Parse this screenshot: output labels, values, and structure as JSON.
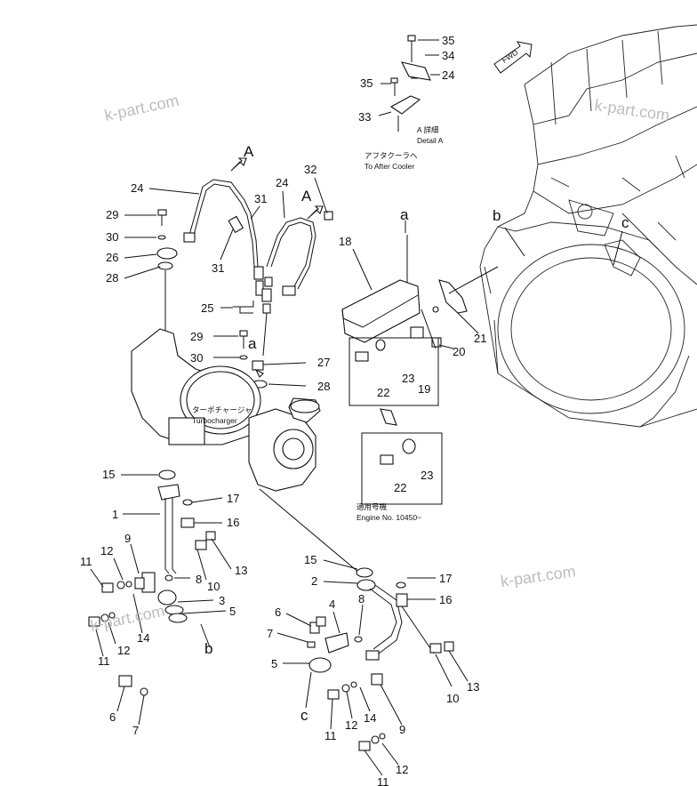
{
  "watermarks": [
    "k-part.com",
    "k-part.com",
    "k-part.com",
    "k-part.com"
  ],
  "letters": {
    "A": "A",
    "a": "a",
    "b": "b",
    "c": "c"
  },
  "fwd": "FWD",
  "detail": {
    "jp": "A 詳細",
    "en": "Detail A"
  },
  "aftercooler": {
    "jp": "アフタクーラへ",
    "en": "To After Cooler"
  },
  "turbo": {
    "jp": "ターボチャージャ",
    "en": "Turbocharger"
  },
  "serial": {
    "jp": "適用号機",
    "en": "Engine No. 10450~"
  },
  "parts": [
    "1",
    "2",
    "3",
    "4",
    "5",
    "6",
    "7",
    "8",
    "9",
    "10",
    "11",
    "12",
    "13",
    "14",
    "15",
    "16",
    "17",
    "18",
    "19",
    "20",
    "21",
    "22",
    "23",
    "24",
    "25",
    "26",
    "27",
    "28",
    "29",
    "30",
    "31",
    "32",
    "33",
    "34",
    "35"
  ]
}
